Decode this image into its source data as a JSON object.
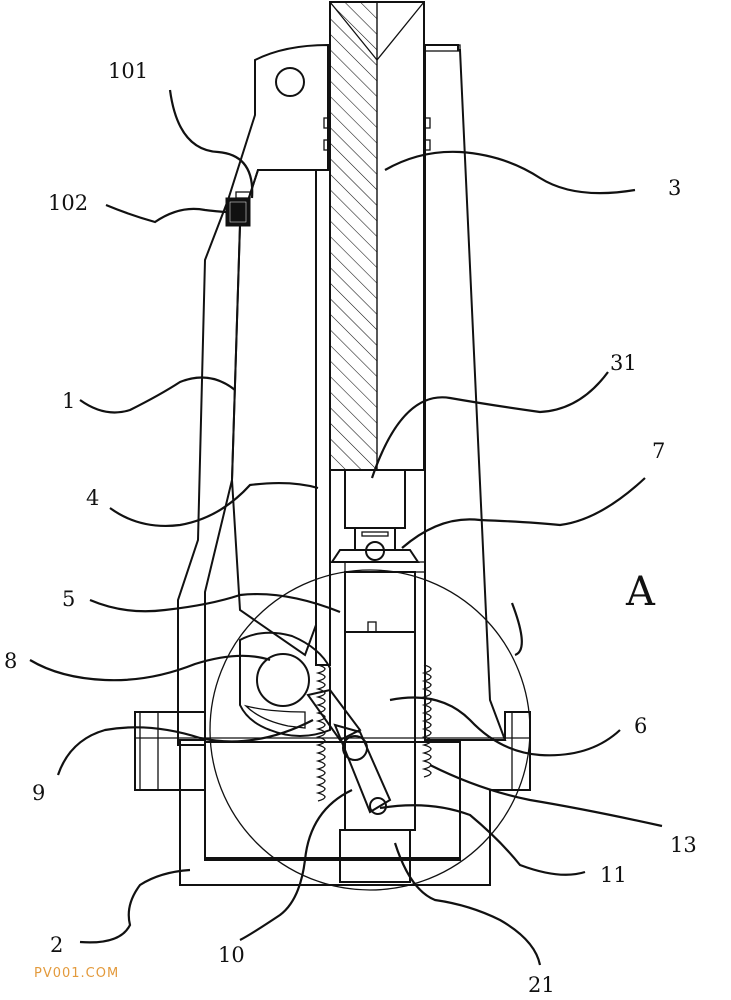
{
  "watermark": "PV001.COM",
  "detail_label": "A",
  "callouts": {
    "n101": "101",
    "n102": "102",
    "n3": "3",
    "n31": "31",
    "n1": "1",
    "n7": "7",
    "n4": "4",
    "n5": "5",
    "n8": "8",
    "n6": "6",
    "n9": "9",
    "n13": "13",
    "n11": "11",
    "n10": "10",
    "n2": "2",
    "n21": "21"
  }
}
